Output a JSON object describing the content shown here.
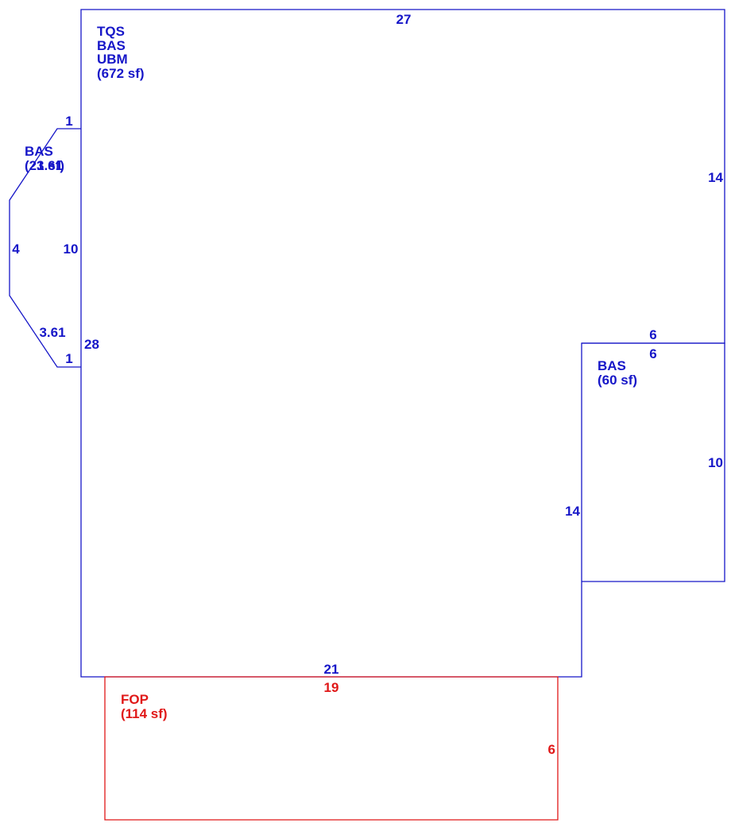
{
  "colors": {
    "main": "#1616c8",
    "porch": "#e01818"
  },
  "main_area": {
    "label_lines": [
      "TQS",
      "BAS",
      "UBM",
      "(672 sf)"
    ],
    "dims": {
      "top": "27",
      "right_upper": "14",
      "left": "28",
      "bottom": "21",
      "notch_vertical": "14"
    }
  },
  "bay_area": {
    "label_lines": [
      "BAS",
      "(21 sf)"
    ],
    "label_overlap": "3.61",
    "dims": {
      "top_stub": "1",
      "left_side": "4",
      "inner_side": "10",
      "lower_diag": "3.61",
      "bottom_stub": "1"
    }
  },
  "side_area": {
    "label_lines": [
      "BAS",
      "(60 sf)"
    ],
    "dims": {
      "top_outer": "6",
      "top_inner": "6",
      "right": "10"
    }
  },
  "porch_area": {
    "label_lines": [
      "FOP",
      "(114 sf)"
    ],
    "dims": {
      "top": "19",
      "right": "6"
    }
  }
}
